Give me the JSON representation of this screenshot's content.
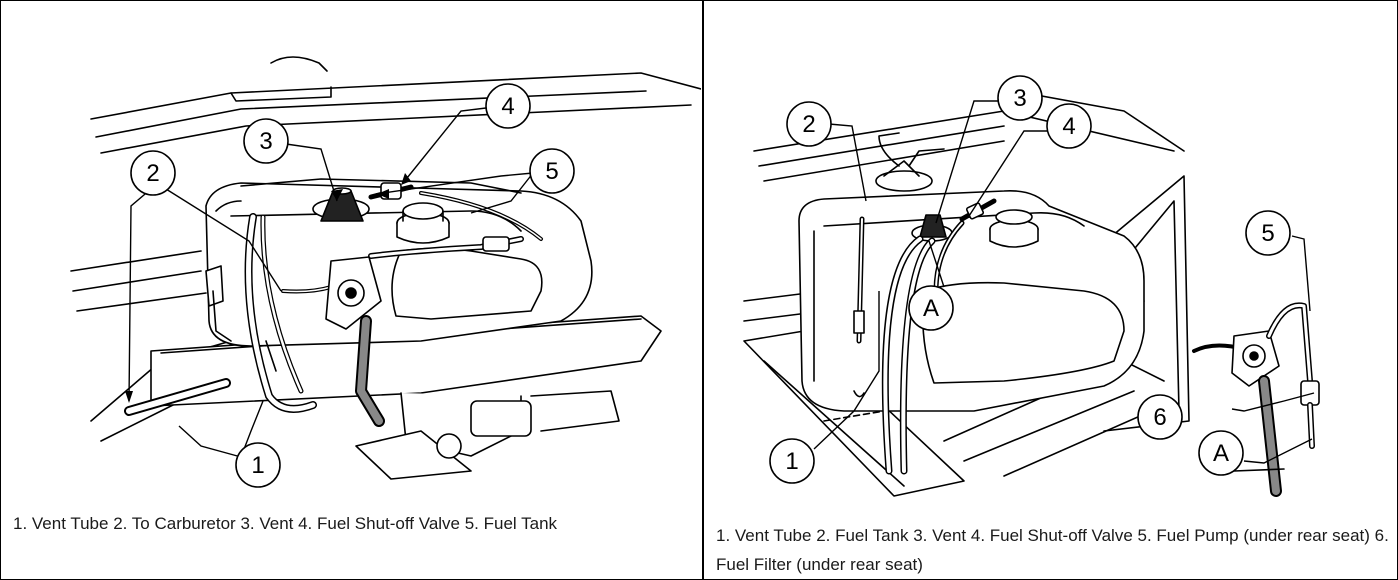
{
  "left_panel": {
    "callouts": [
      "1",
      "2",
      "3",
      "4",
      "5"
    ],
    "caption": "1. Vent Tube 2. To Carburetor 3. Vent 4. Fuel Shut-off Valve 5. Fuel Tank"
  },
  "right_panel": {
    "callouts": [
      "1",
      "2",
      "3",
      "4",
      "5",
      "6",
      "A",
      "A"
    ],
    "caption": "1. Vent Tube 2. Fuel Tank 3. Vent 4. Fuel Shut-off Valve 5. Fuel Pump (under rear seat) 6. Fuel Filter (under rear seat)"
  },
  "colors": {
    "line": "#000000",
    "background": "#ffffff"
  }
}
